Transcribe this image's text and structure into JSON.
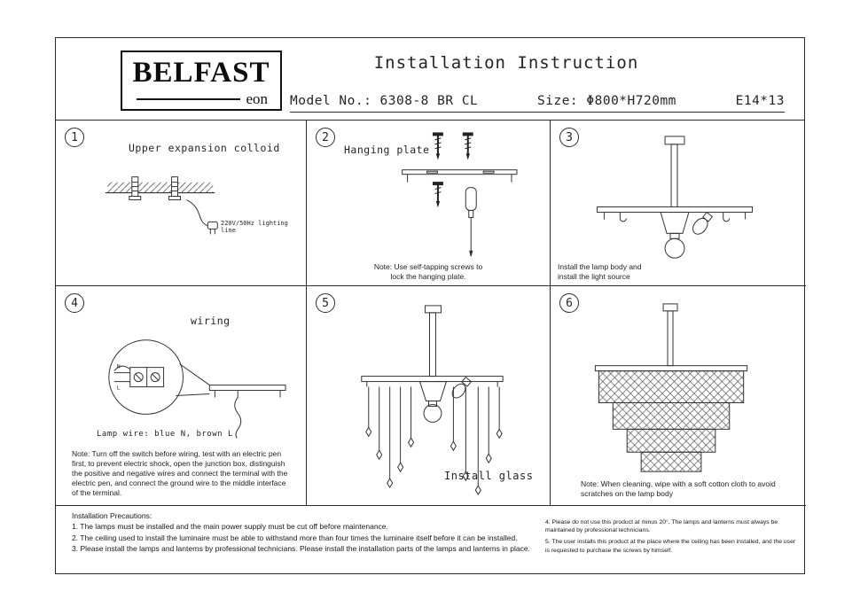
{
  "header": {
    "brand": "BELFAST",
    "brand_sub": "eon",
    "title": "Installation Instruction",
    "model": "Model No.: 6308-8 BR CL",
    "size": "Size: Φ800*H720mm",
    "lamp": "E14*13"
  },
  "panels": {
    "p1": {
      "num": "1",
      "title": "Upper expansion colloid",
      "wire_label": "220V/50Hz lighting line"
    },
    "p2": {
      "num": "2",
      "title": "Hanging plate",
      "note": "Note: Use self-tapping screws to\nlock the hanging plate."
    },
    "p3": {
      "num": "3",
      "note": "Install the lamp body and\ninstall the light source"
    },
    "p4": {
      "num": "4",
      "title": "wiring",
      "wire_caption": "Lamp wire:  blue N, brown L",
      "label_n": "N",
      "label_l": "L",
      "note": "Note: Turn off the switch before wiring, test with an electric pen first, to prevent electric shock, open the junction box, distinguish the positive and negative wires and connect the terminal with the electric pen, and connect the ground wire to the middle interface of the terminal."
    },
    "p5": {
      "num": "5",
      "title": "Install glass"
    },
    "p6": {
      "num": "6",
      "note": "Note: When cleaning, wipe with a soft cotton cloth to avoid\nscratches on the lamp body"
    }
  },
  "precautions": {
    "title": "Installation Precautions:",
    "left": [
      "1. The lamps must be installed and the main power supply must be cut off before maintenance.",
      "2. The ceiling used to install the luminaire must be able to withstand more than four times the luminaire itself before it can be installed.",
      "3. Please install the lamps and lanterns by professional technicians. Please install the installation parts of the lamps and lanterns in place."
    ],
    "right": [
      "4. Please do not use this product at minus 20°. The lamps and lanterns must always be maintained by professional technicians.",
      "5. The user installs this product at the place where the ceiling has been installed, and the user is requested to purchase the screws by himself."
    ]
  }
}
